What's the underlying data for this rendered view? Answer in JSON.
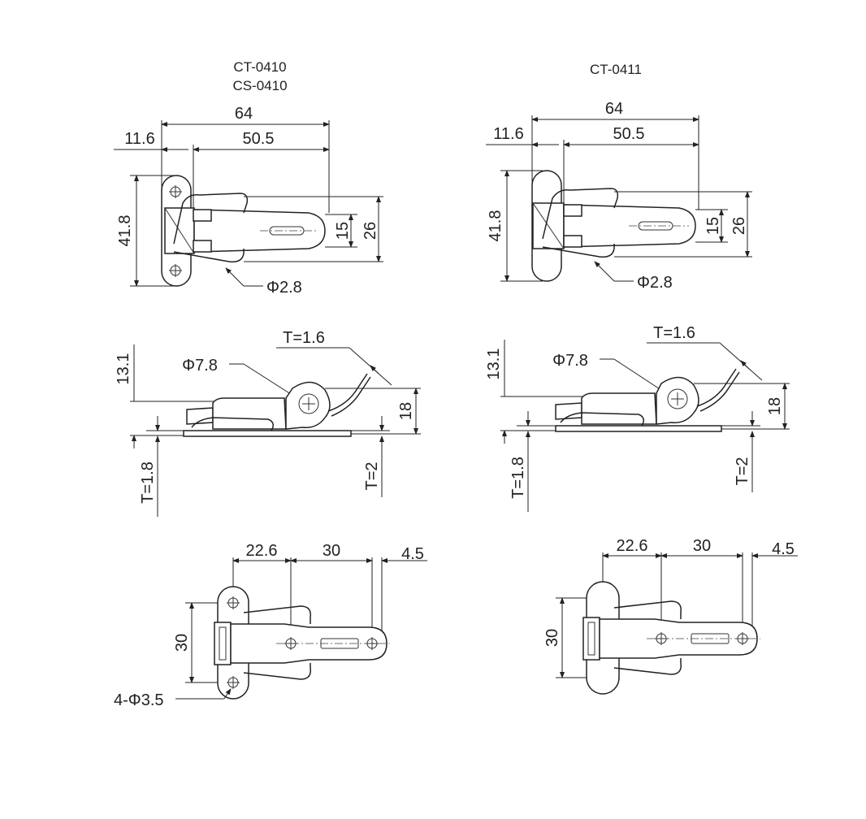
{
  "left": {
    "model_line_1": "CT-0410",
    "model_line_2": "CS-0410",
    "top_view": {
      "overall_length": "64",
      "offset": "11.6",
      "span": "50.5",
      "height": "41.8",
      "slot_width": "15",
      "body_width": "26",
      "wire_dia": "Φ2.8"
    },
    "side_view": {
      "wire_thickness": "T=1.6",
      "pin_dia": "Φ7.8",
      "height": "13.1",
      "hook_height": "18",
      "plate_thickness": "T=1.8",
      "base_thickness": "T=2"
    },
    "bottom_view": {
      "dist_a": "22.6",
      "dist_b": "30",
      "dist_c": "4.5",
      "hole_spacing": "30",
      "holes": "4-Φ3.5"
    }
  },
  "right": {
    "model_line_1": "CT-0411",
    "top_view": {
      "overall_length": "64",
      "offset": "11.6",
      "span": "50.5",
      "height": "41.8",
      "slot_width": "15",
      "body_width": "26",
      "wire_dia": "Φ2.8"
    },
    "side_view": {
      "wire_thickness": "T=1.6",
      "pin_dia": "Φ7.8",
      "height": "13.1",
      "hook_height": "18",
      "plate_thickness": "T=1.8",
      "base_thickness": "T=2"
    },
    "bottom_view": {
      "dist_a": "22.6",
      "dist_b": "30",
      "dist_c": "4.5",
      "hole_spacing": "30"
    }
  }
}
